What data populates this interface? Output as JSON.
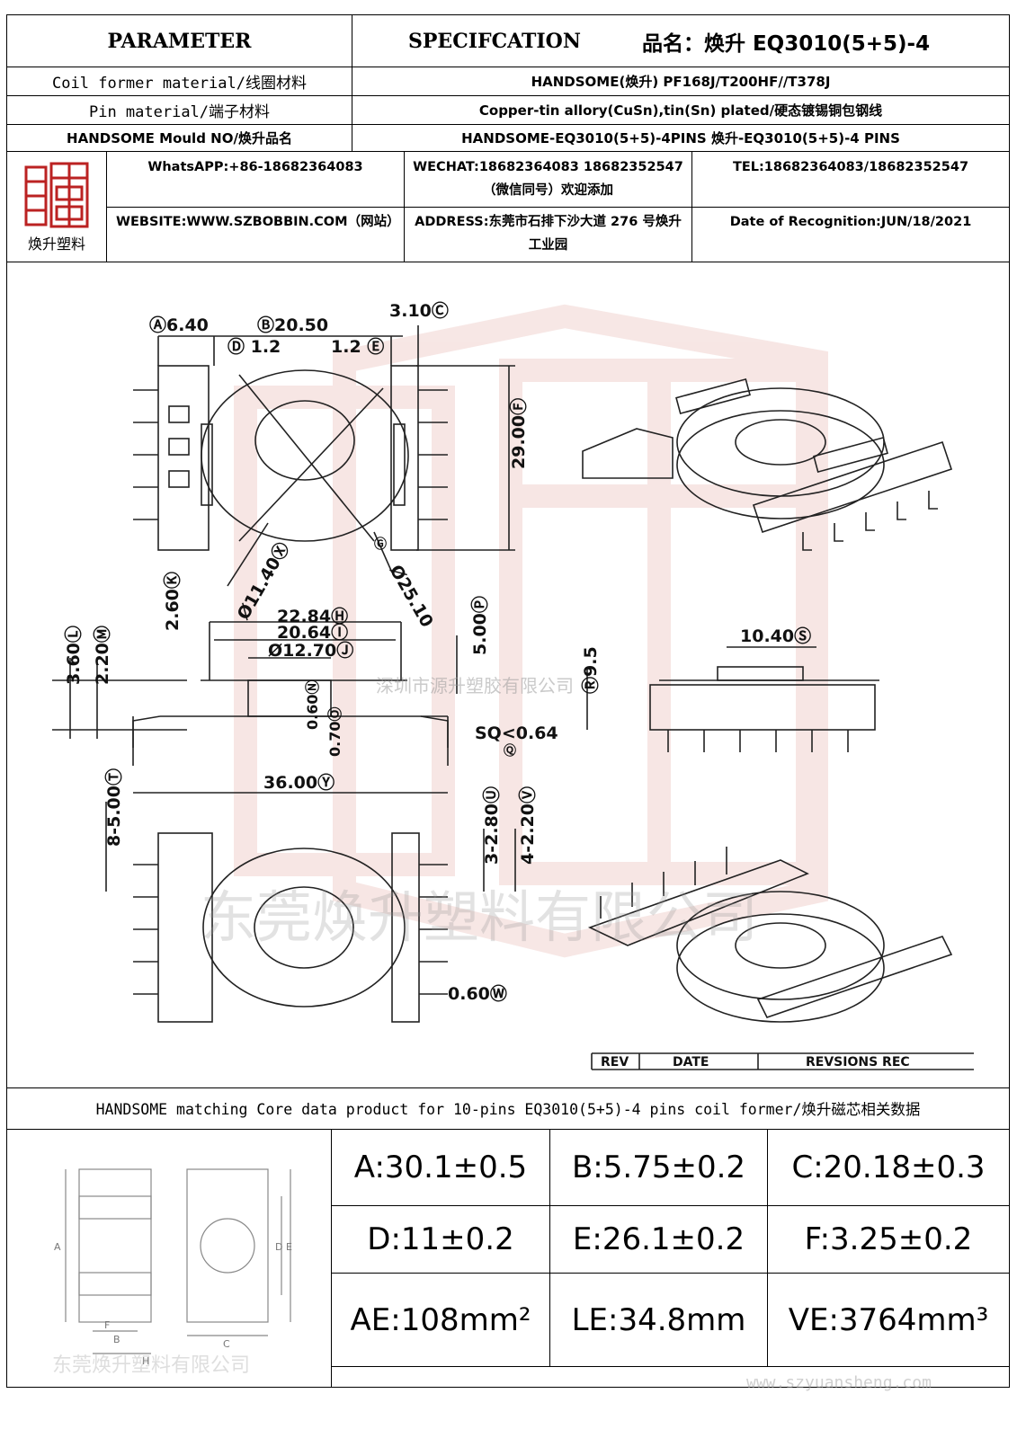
{
  "header": {
    "parameter": "PARAMETER",
    "specification": "SPECIFCATION",
    "product_name_label": "品名：",
    "product_name": "焕升 EQ3010(5+5)-4"
  },
  "rows": [
    {
      "label": "Coil former material/线圈材料",
      "value": "HANDSOME(焕升)  PF168J/T200HF//T378J"
    },
    {
      "label": "Pin material/端子材料",
      "value": "Copper-tin allory(CuSn),tin(Sn) plated/硬态镀锡铜包钢线"
    },
    {
      "label": "HANDSOME Mould NO/焕升品名",
      "value": "HANDSOME-EQ3010(5+5)-4PINS   焕升-EQ3010(5+5)-4 PINS"
    }
  ],
  "company": {
    "logo_caption": "焕升塑料",
    "whatsapp": "WhatsAPP:+86-18682364083",
    "wechat": "WECHAT:18682364083 18682352547（微信同号）欢迎添加",
    "tel": "TEL:18682364083/18682352547",
    "website": "WEBSITE:WWW.SZBOBBIN.COM（网站）",
    "address": "ADDRESS:东莞市石排下沙大道 276 号焕升工业园",
    "date": "Date of Recognition:JUN/18/2021"
  },
  "drawing": {
    "dims": {
      "a": "Ⓐ6.40",
      "b": "Ⓑ20.50",
      "c": "3.10Ⓒ",
      "d": "Ⓓ 1.2",
      "e": "1.2 Ⓔ",
      "f": "29.00Ⓕ",
      "g": "Ⓖ",
      "x": "Ø11.40Ⓧ",
      "phi": "Ø25.10",
      "h": "22.84Ⓗ",
      "i": "20.64Ⓘ",
      "j": "Ø12.70Ⓙ",
      "k": "2.60Ⓚ",
      "p": "5.00Ⓟ",
      "l": "3.60Ⓛ",
      "m": "2.20Ⓜ",
      "n": "0.60Ⓝ",
      "o": "0.70Ⓞ",
      "sq": "SQ<0.64",
      "q": "Ⓠ",
      "r": "Ⓡ9.5",
      "s": "10.40Ⓢ",
      "y": "36.00Ⓨ",
      "t": "8-5.00Ⓣ",
      "u": "3-2.80Ⓤ",
      "v": "4-2.20Ⓥ",
      "w": "0.60Ⓦ"
    },
    "revision": {
      "rev": "REV",
      "date": "DATE",
      "recs": "REVSIONS REC"
    },
    "watermark_cn": "东莞焕升塑料有限公司",
    "watermark_small": "深圳市源升塑胶有限公司"
  },
  "core": {
    "title": "HANDSOME matching Core data  product for 10-pins EQ3010(5+5)-4 pins coil former/焕升磁芯相关数据",
    "cells": [
      [
        "A:30.1±0.5",
        "B:5.75±0.2",
        "C:20.18±0.3"
      ],
      [
        "D:11±0.2",
        "E:26.1±0.2",
        "F:3.25±0.2"
      ],
      [
        "AE:108mm²",
        "LE:34.8mm",
        "VE:3764mm³"
      ]
    ],
    "drawing_labels": {
      "a": "A",
      "b": "B",
      "c": "C",
      "d": "D",
      "e": "E",
      "f": "F",
      "h": "H"
    },
    "watermark": "东莞焕升塑料有限公司",
    "website_watermark": "www.szyuansheng.com"
  },
  "colors": {
    "line": "#000000",
    "watermark": "#c0392b",
    "drawing": "#222222"
  }
}
